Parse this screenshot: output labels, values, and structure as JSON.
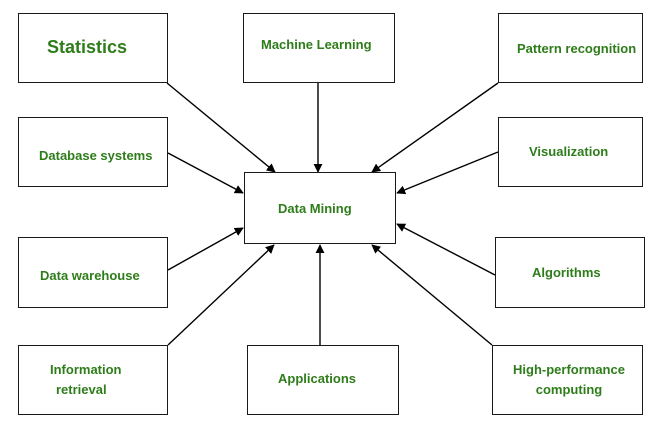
{
  "center": {
    "label": "Data Mining"
  },
  "sources": {
    "statistics": "Statistics",
    "machine_learning": "Machine Learning",
    "pattern_recognition": "Pattern recognition",
    "database_systems": "Database systems",
    "visualization": "Visualization",
    "data_warehouse": "Data warehouse",
    "algorithms": "Algorithms",
    "information_retrieval": [
      "Information",
      "retrieval"
    ],
    "applications": "Applications",
    "high_performance_computing": [
      "High-performance",
      "computing"
    ]
  },
  "colors": {
    "label_text": "#2e7d1a",
    "box_border": "#1a1a1a",
    "arrow": "#000000"
  }
}
